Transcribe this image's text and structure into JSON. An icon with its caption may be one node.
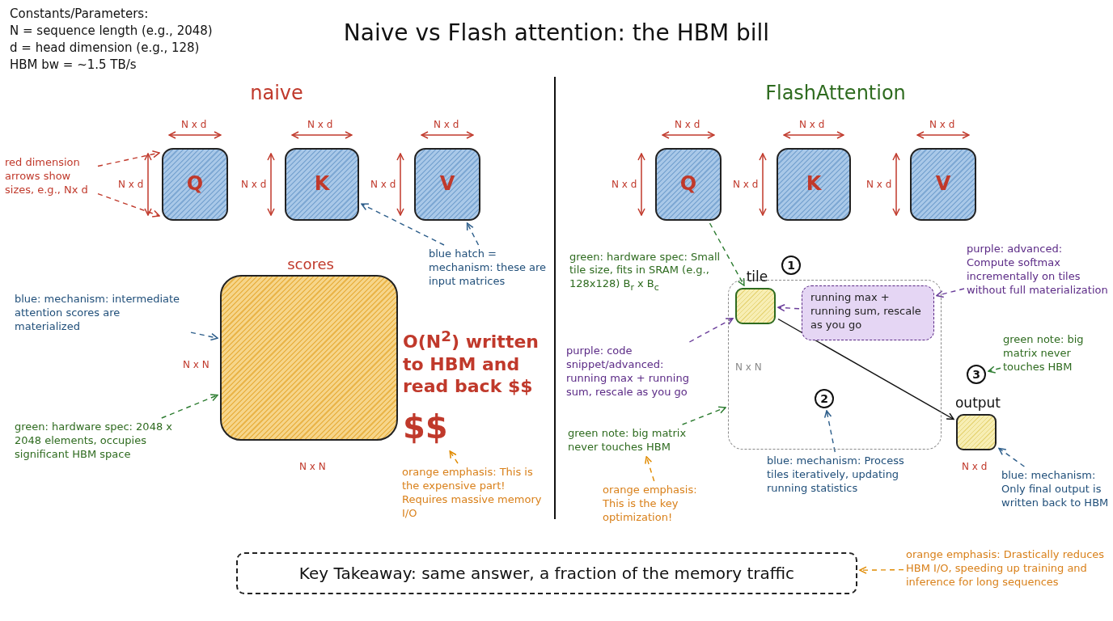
{
  "diagram": {
    "title": "Naive vs Flash attention: the HBM bill",
    "nodes": [
      {
        "text": [
          "naive"
        ]
      },
      {
        "text": [
          "Q"
        ],
        "in": 0,
        "beside": [
          "N x d",
          "N x d"
        ]
      },
      {
        "text": [
          "K"
        ],
        "in": 0,
        "beside": [
          "N x d",
          "N x d"
        ]
      },
      {
        "text": [
          "V"
        ],
        "in": 0,
        "beside": [
          "N x d",
          "N x d"
        ]
      },
      {
        "text": [
          "red dimension arrows show sizes, e.g., Nx d"
        ],
        "in": 0
      },
      {
        "text": [
          "blue hatch = mechanism: these are input matrices"
        ],
        "in": 0
      },
      {
        "text": [
          "scores"
        ],
        "in": 0,
        "beside": [
          "N x N",
          "N x N"
        ]
      },
      {
        "text": [
          "blue: mechanism: intermediate attention scores are materialized"
        ],
        "in": 0
      },
      {
        "text": [
          "green: hardware spec: 2048 x 2048 elements, occupies significant HBM space"
        ],
        "in": 0
      },
      {
        "text": [
          "$$"
        ],
        "in": 0
      },
      {
        "text": [
          "orange emphasis: This is the expensive part! Requires massive memory I/O"
        ],
        "in": 0
      },
      {
        "text": [
          "FlashAttention"
        ]
      },
      {
        "text": [
          "Q"
        ],
        "in": 11,
        "beside": [
          "N x d",
          "N x d"
        ]
      },
      {
        "text": [
          "K"
        ],
        "in": 11,
        "beside": [
          "N x d",
          "N x d"
        ]
      },
      {
        "text": [
          "V"
        ],
        "in": 11,
        "beside": [
          "N x d",
          "N x d"
        ]
      },
      {
        "text": [],
        "shape": "box",
        "in": 11,
        "beside": [
          "N x N"
        ]
      },
      {
        "text": [
          "tile"
        ],
        "in": 15
      },
      {
        "text": [
          "1"
        ],
        "in": 11
      },
      {
        "text": [
          "running max + running sum, rescale as you go"
        ],
        "in": 15
      },
      {
        "text": [
          "purple: advanced: Compute softmax incrementally on tiles without full materialization"
        ],
        "in": 11
      },
      {
        "text": [
          "purple: code snippet/advanced: running max + running sum, rescale as you go"
        ],
        "in": 11
      },
      {
        "text": [
          "green note: big matrix never touches HBM"
        ],
        "in": 11
      },
      {
        "text": [
          "orange emphasis: This is the key optimization!"
        ],
        "in": 11
      },
      {
        "text": [
          "2"
        ],
        "in": 15
      },
      {
        "text": [
          "blue: mechanism: Process tiles iteratively, updating running statistics"
        ],
        "in": 11
      },
      {
        "text": [
          "output"
        ],
        "in": 11,
        "beside": [
          "N x d"
        ]
      },
      {
        "text": [
          "3"
        ],
        "in": 11
      },
      {
        "text": [
          "green note: big matrix never touches HBM"
        ],
        "in": 11
      },
      {
        "text": [
          "blue: mechanism: Only final output is written back to HBM"
        ],
        "in": 11
      },
      {
        "text": [
          "Key Takeaway: same answer, a fraction of the memory traffic"
        ]
      },
      {
        "text": [
          "orange emphasis: Drastically reduces HBM I/O, speeding up training and inference for long sequences"
        ]
      }
    ],
    "edges": [
      {
        "from": 4,
        "to": 1,
        "arrow": "to",
        "style": "dashed",
        "color": "#c0392b"
      },
      {
        "from": 4,
        "to": 1,
        "arrow": "to",
        "style": "dashed",
        "color": "#c0392b"
      },
      {
        "from": 5,
        "to": 2,
        "arrow": "to",
        "style": "dashed",
        "color": "#2c5d8a"
      },
      {
        "from": 5,
        "to": 3,
        "arrow": "to",
        "style": "dashed",
        "color": "#2c5d8a"
      },
      {
        "from": 7,
        "to": 6,
        "arrow": "to",
        "style": "dashed",
        "color": "#2c5d8a"
      },
      {
        "from": 8,
        "to": 6,
        "arrow": "to",
        "style": "dashed",
        "color": "#2e7d32"
      },
      {
        "from": 10,
        "to": 9,
        "arrow": "to",
        "style": "dashed",
        "color": "#e08a00"
      },
      {
        "from": 12,
        "to": 16,
        "arrow": "to",
        "style": "dashed",
        "color": "#2e7d32"
      },
      {
        "from": 18,
        "to": 16,
        "arrow": "to",
        "style": "dashed",
        "color": "#6a3d9a"
      },
      {
        "from": 19,
        "to": 18,
        "arrow": "to",
        "style": "dashed",
        "color": "#6a3d9a"
      },
      {
        "from": 20,
        "to": 16,
        "arrow": "to",
        "style": "dashed",
        "color": "#6a3d9a"
      },
      {
        "from": 21,
        "to": 15,
        "arrow": "to",
        "style": "dashed",
        "color": "#2e7d32"
      },
      {
        "from": 22,
        "to": 21,
        "arrow": "to",
        "style": "dashed",
        "color": "#e08a00"
      },
      {
        "from": 16,
        "to": 25,
        "arrow": "to",
        "color": "#111111"
      },
      {
        "from": 24,
        "to": 23,
        "arrow": "to",
        "style": "dashed",
        "color": "#2c5d8a"
      },
      {
        "from": 27,
        "to": 26,
        "arrow": "to",
        "style": "dashed",
        "color": "#2e7d32"
      },
      {
        "from": 28,
        "to": 25,
        "arrow": "to",
        "style": "dashed",
        "color": "#2c5d8a"
      },
      {
        "from": 30,
        "to": 29,
        "arrow": "to",
        "style": "dashed",
        "color": "#e08a00"
      }
    ],
    "labels": [
      "Constants/Parameters:",
      "N = sequence length (e.g., 2048)",
      "d = head dimension (e.g., 128)",
      "HBM bw = ~1.5 TB/s",
      "O(N$^{2}$) written to HBM and read back $$",
      "green: hardware spec: Small tile size, fits in SRAM (e.g., 128x128) B$_{r}$ x B$_{c}$"
    ]
  }
}
